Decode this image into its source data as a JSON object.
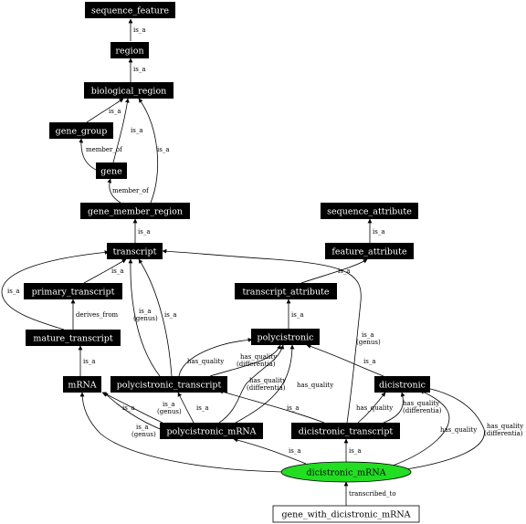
{
  "colors": {
    "node_fill": "#000000",
    "node_text": "#ffffff",
    "focus_fill": "#22dd22",
    "edge": "#000000"
  },
  "nodes": {
    "sequence_feature": "sequence_feature",
    "region": "region",
    "biological_region": "biological_region",
    "gene_group": "gene_group",
    "gene": "gene",
    "gene_member_region": "gene_member_region",
    "transcript": "transcript",
    "primary_transcript": "primary_transcript",
    "mature_transcript": "mature_transcript",
    "mRNA": "mRNA",
    "polycistronic_transcript": "polycistronic_transcript",
    "polycistronic_mRNA": "polycistronic_mRNA",
    "sequence_attribute": "sequence_attribute",
    "feature_attribute": "feature_attribute",
    "transcript_attribute": "transcript_attribute",
    "polycistronic": "polycistronic",
    "dicistronic": "dicistronic",
    "dicistronic_transcript": "dicistronic_transcript",
    "dicistronic_mRNA": "dicistronic_mRNA",
    "gene_with_dicistronic_mRNA": "gene_with_dicistronic_mRNA"
  },
  "edge_labels": {
    "region_sf": "is_a",
    "bio_region": "is_a",
    "gg_bio": "is_a",
    "gene_bio": "is_a",
    "gene_gg": "member_of",
    "gmr_bio": "is_a",
    "gmr_gene": "member_of",
    "tr_gmr": "is_a",
    "pt_tr": "is_a",
    "mt_pt": "derives_from",
    "mt_tr": "is_a",
    "mrna_mt": "is_a",
    "pct_tr_1": "is_a",
    "pct_tr_2": "(genus)",
    "pct_tr_b": "is_a",
    "pct_poly": "has_quality",
    "pct_poly_d1": "has_quality",
    "pct_poly_d2": "(differentia)",
    "pcm_poly_d1": "has_quality",
    "pcm_poly_d2": "(differentia)",
    "pcm_poly": "has_quality",
    "pcm_pct": "is_a",
    "pcm_mrna_1": "is_a",
    "pcm_mrna_2": "(genus)",
    "pcm_mrna_b": "is_a",
    "dm_mrna_1": "is_a",
    "dm_mrna_2": "(genus)",
    "fa_sa": "is_a",
    "ta_fa": "is_a",
    "poly_ta": "is_a",
    "dic_poly": "is_a",
    "dt_tr_1": "is_a",
    "dt_tr_2": "(genus)",
    "dt_pct": "is_a",
    "dt_dic": "has_quality",
    "dt_dic_d1": "has_quality",
    "dt_dic_d2": "(differentia)",
    "dm_dic": "has_quality",
    "dm_dic_d1": "has_quality",
    "dm_dic_d2": "(differentia)",
    "dm_pcm": "is_a",
    "dm_dt": "is_a",
    "gwd_dm": "transcribed_to"
  }
}
